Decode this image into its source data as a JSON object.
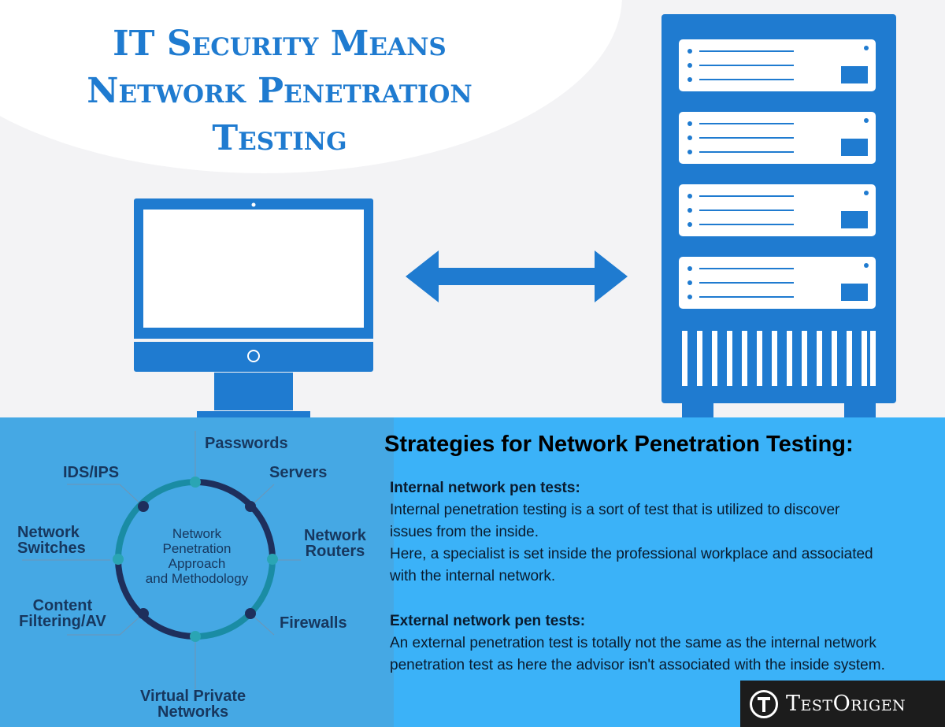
{
  "title_lines": [
    "IT Security Means",
    "Network Penetration",
    "Testing"
  ],
  "colors": {
    "brand_blue": "#1f7bd0",
    "panel_blue": "#3bb2f8",
    "diagram_blue": "#45a8e4",
    "navy": "#17375e"
  },
  "diagram": {
    "center": [
      "Network",
      "Penetration",
      "Approach",
      "and Methodology"
    ],
    "nodes": {
      "passwords": "Passwords",
      "servers": "Servers",
      "network_routers": [
        "Network",
        "Routers"
      ],
      "firewalls": "Firewalls",
      "vpn": [
        "Virtual Private",
        "Networks"
      ],
      "content_filtering": [
        "Content",
        "Filtering/AV"
      ],
      "network_switches": [
        "Network",
        "Switches"
      ],
      "ids_ips": "IDS/IPS"
    }
  },
  "strategies": {
    "heading": "Strategies for Network Penetration Testing:",
    "internal": {
      "heading": "Internal network pen tests:",
      "lines": [
        "Internal penetration testing is a sort of test that is utilized to discover",
        "issues from the inside.",
        "Here, a specialist is set inside the professional workplace and associated",
        "with the internal network."
      ]
    },
    "external": {
      "heading": "External network pen tests:",
      "lines": [
        "An external penetration test is totally not the same as the internal network",
        "penetration test as here the advisor isn't associated with the inside system."
      ]
    }
  },
  "logo": {
    "text": "TestOrigen"
  },
  "icons": {
    "computer": "desktop-computer-icon",
    "arrow": "double-arrow-icon",
    "server": "server-rack-icon"
  }
}
